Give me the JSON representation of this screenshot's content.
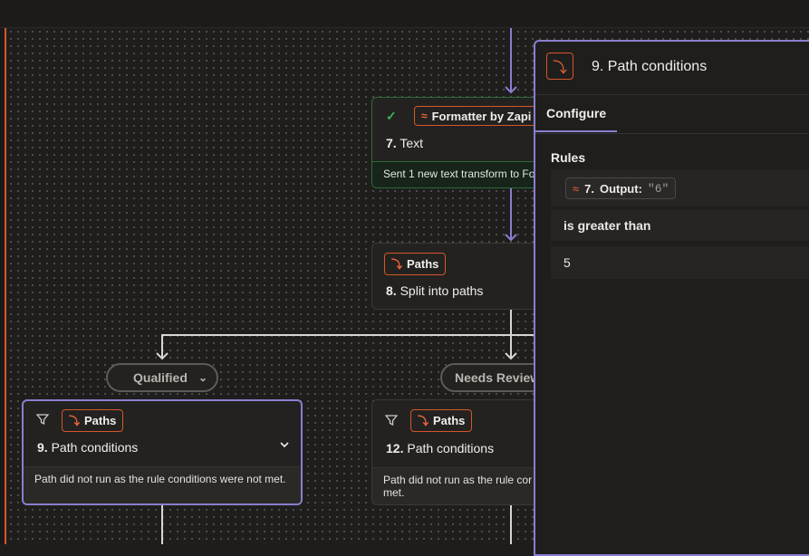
{
  "colors": {
    "accent_purple": "#8a7ed0",
    "brand_orange": "#d6562a",
    "success_green": "#2e6a3a"
  },
  "nodes": {
    "formatter": {
      "check_icon": "check-icon",
      "app_label": "Formatter by Zapi",
      "step_num": "7.",
      "step_name": "Text",
      "footer": "Sent 1 new text transform to Fo"
    },
    "paths8": {
      "app_label": "Paths",
      "step_num": "8.",
      "step_name": "Split into paths"
    },
    "paths9": {
      "app_label": "Paths",
      "step_num": "9.",
      "step_name": "Path conditions",
      "footer": "Path did not run as the rule conditions were not met."
    },
    "paths12": {
      "app_label": "Paths",
      "step_num": "12.",
      "step_name": "Path conditions",
      "footer": "Path did not run as the rule cor met."
    }
  },
  "branches": {
    "left": "Qualified",
    "right": "Needs Review"
  },
  "panel": {
    "step_num": "9.",
    "title": "Path conditions",
    "tab": "Configure",
    "rules_label": "Rules",
    "rule": {
      "field_step": "7.",
      "field_name": "Output:",
      "field_value": "\"6\"",
      "operator": "is greater than",
      "value": "5"
    }
  }
}
